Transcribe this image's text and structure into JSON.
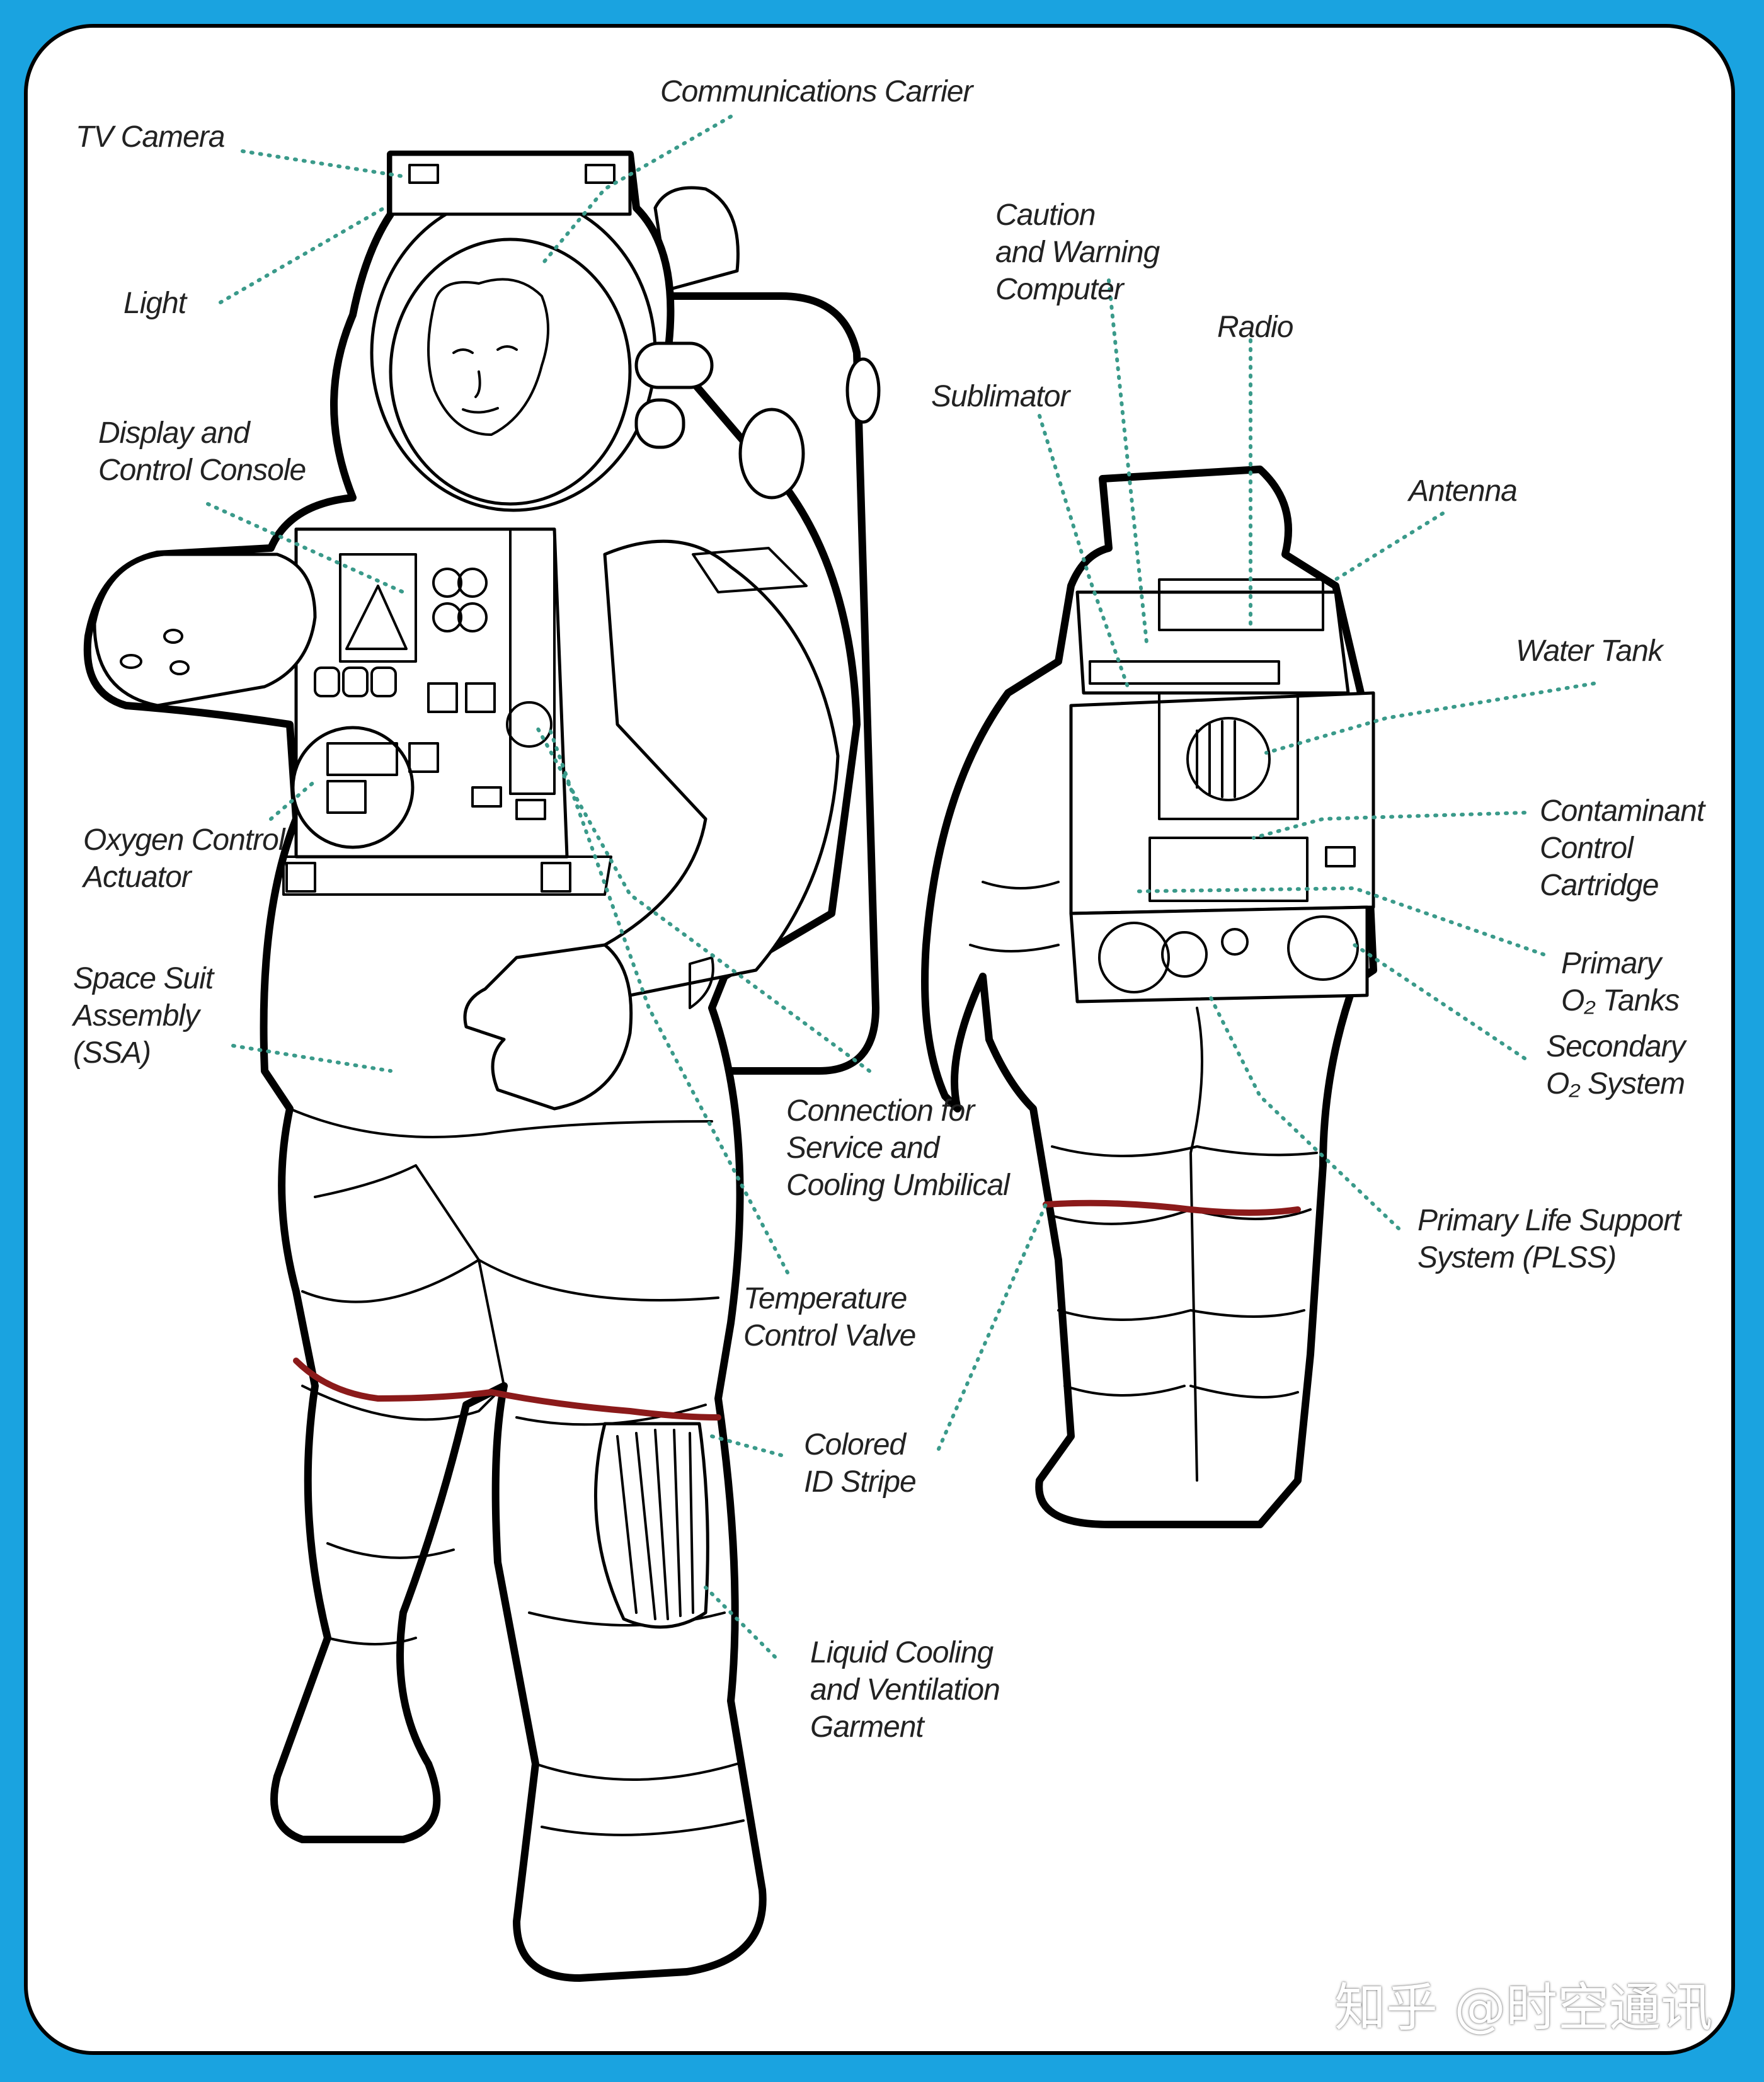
{
  "labels": {
    "tv_camera": "TV Camera",
    "communications_carrier": "Communications Carrier",
    "light": "Light",
    "display_control_console": "Display and\nControl Console",
    "oxygen_control_actuator": "Oxygen Control\nActuator",
    "space_suit_assembly": "Space Suit\nAssembly\n(SSA)",
    "connection_umbilical": "Connection for\nService and\nCooling Umbilical",
    "temperature_control_valve": "Temperature\nControl Valve",
    "colored_id_stripe": "Colored\nID Stripe",
    "liquid_cooling_garment": "Liquid Cooling\nand Ventilation\nGarment",
    "caution_warning_computer": "Caution\nand Warning\nComputer",
    "radio": "Radio",
    "sublimator": "Sublimator",
    "antenna": "Antenna",
    "water_tank": "Water Tank",
    "contaminant_control_cartridge": "Contaminant\nControl\nCartridge",
    "primary_o2_tanks": "Primary\nO₂ Tanks",
    "secondary_o2_system": "Secondary\nO₂ System",
    "plss": "Primary Life Support\nSystem (PLSS)"
  },
  "watermark": "知乎 @时空通讯",
  "colors": {
    "border": "#1aa3e0",
    "leader_dots": "#3a9a8a",
    "id_stripe": "#8b1a1a",
    "outline": "#000000"
  }
}
